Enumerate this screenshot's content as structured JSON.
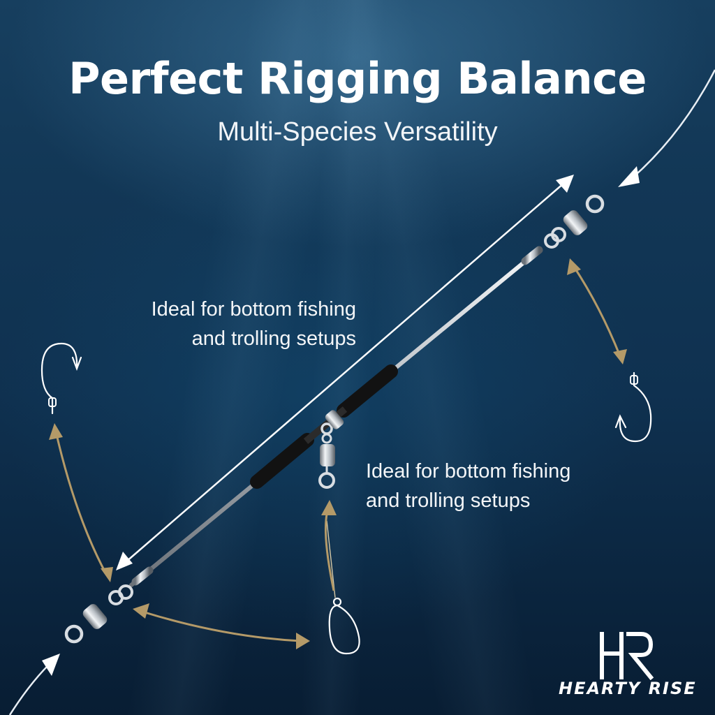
{
  "header": {
    "title": "Perfect Rigging Balance",
    "subtitle": "Multi-Species Versatility"
  },
  "callouts": [
    {
      "line1": "Ideal for bottom fishing",
      "line2": "and trolling setups"
    },
    {
      "line1": "Ideal for bottom fishing",
      "line2": "and trolling setups"
    }
  ],
  "brand": {
    "monogram": "HR",
    "name": "HEARTY RISE"
  },
  "colors": {
    "background": "#0f3150",
    "text": "#ffffff",
    "accent_arrow": "#b49a68",
    "wire": "#c9cdd2",
    "sleeve": "#1a1a1a"
  }
}
